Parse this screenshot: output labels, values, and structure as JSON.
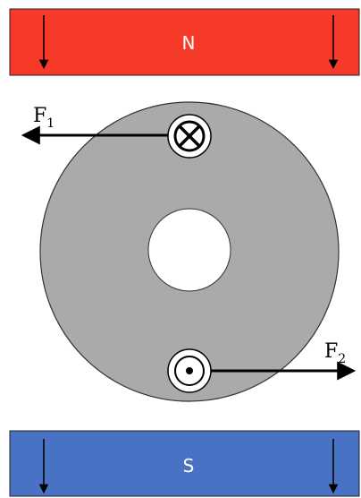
{
  "magnets": {
    "north": {
      "label": "N",
      "color": "#f53a2a"
    },
    "south": {
      "label": "S",
      "color": "#4a72c4"
    }
  },
  "rotor": {
    "fill": "#aaaaaa",
    "stroke": "#333333"
  },
  "forces": {
    "f1": {
      "symbol": "F",
      "subscript": "1",
      "direction": "left"
    },
    "f2": {
      "symbol": "F",
      "subscript": "2",
      "direction": "right"
    }
  },
  "conductors": {
    "top": {
      "current": "into-page",
      "icon": "cross-in-circle-icon"
    },
    "bottom": {
      "current": "out-of-page",
      "icon": "dot-in-circle-icon"
    }
  },
  "field_lines": {
    "direction": "down",
    "count_per_magnet": 2
  }
}
